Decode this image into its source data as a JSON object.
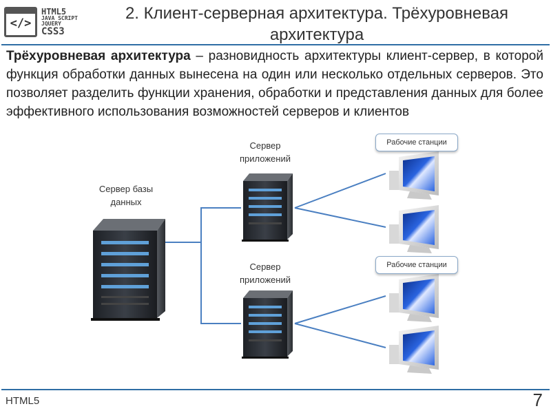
{
  "logo": {
    "symbol": "</>",
    "lines": [
      "HTML5",
      "JAVA SCRIPT",
      "JQUERY",
      "CSS3"
    ]
  },
  "title": {
    "line1": "2. Клиент-серверная архитектура. Трёхуровневая",
    "line2": "архитектура"
  },
  "intro": {
    "term": "Трёхуровневая архитектура",
    "text": " – разновидность архитектуры клиент-сервер, в которой функция обработки данных вынесена на один или несколько отдельных серверов. Это позволяет разделить функции хранения, обработки и представления данных для более эффективного использования возможностей серверов и клиентов"
  },
  "diagram": {
    "db_server": {
      "label_line1": "Сервер базы",
      "label_line2": "данных",
      "icon": "server-tower-icon"
    },
    "app_servers": [
      {
        "label_line1": "Сервер",
        "label_line2": "приложений",
        "icon": "server-tower-icon"
      },
      {
        "label_line1": "Сервер",
        "label_line2": "приложений",
        "icon": "server-tower-icon"
      }
    ],
    "workstation_groups": [
      {
        "label": "Рабочие станции",
        "icon": "monitor-icon"
      },
      {
        "label": "Рабочие станции",
        "icon": "monitor-icon"
      }
    ],
    "colors": {
      "connector": "#4a7fc1",
      "server_body": "#2e3238",
      "server_stripe": "#5fa0d8",
      "monitor_screen": "#1f57c8"
    }
  },
  "footer": {
    "left": "HTML5",
    "page_number": "7"
  }
}
